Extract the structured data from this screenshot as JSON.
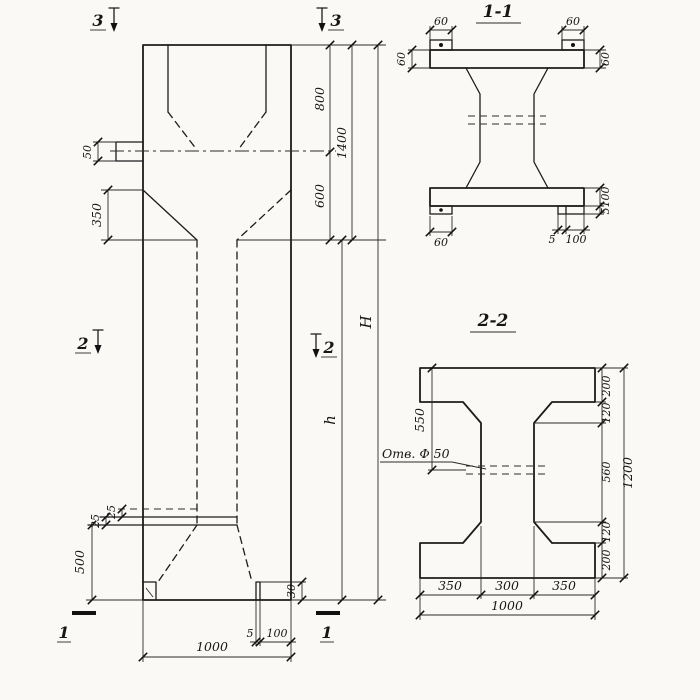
{
  "drawing": {
    "background": "#faf9f6",
    "ink": "#1c1c1c"
  },
  "elevation": {
    "marks": {
      "m3_left": "3",
      "m3_right": "3",
      "m2_left": "2",
      "m2_right": "2",
      "m1_left": "1",
      "m1_right": "1"
    },
    "dims": {
      "top_800": "800",
      "top_1400": "1400",
      "mid_600": "600",
      "total_height": "H",
      "shaft_height": "h",
      "taper_350": "350",
      "console_50": "50",
      "joint_25_a": "25",
      "joint_25_b": "25",
      "bottom_500": "500",
      "shoe_30": "30",
      "shoe_5": "5",
      "shoe_100": "100",
      "width_1000": "1000"
    }
  },
  "section_1_1": {
    "title": "1-1",
    "dims": {
      "plate_top_left_60": "60",
      "plate_top_right_60": "60",
      "flange_left_60": "60",
      "flange_right_60": "60",
      "plate_bottom_left_60": "60",
      "plate_bottom_right_5": "5",
      "plate_bottom_right_100": "100",
      "side_right_100": "100",
      "side_right_5": "5"
    }
  },
  "section_2_2": {
    "title": "2-2",
    "hole_label": "Отв. Ф 50",
    "dims": {
      "left_550": "550",
      "right_top_200": "200",
      "right_top_120": "120",
      "right_mid_560": "560",
      "right_bottom_120": "120",
      "right_bottom_200": "200",
      "total_1200": "1200",
      "bottom_left_350": "350",
      "bottom_mid_300": "300",
      "bottom_right_350": "350",
      "bottom_total_1000": "1000"
    }
  }
}
